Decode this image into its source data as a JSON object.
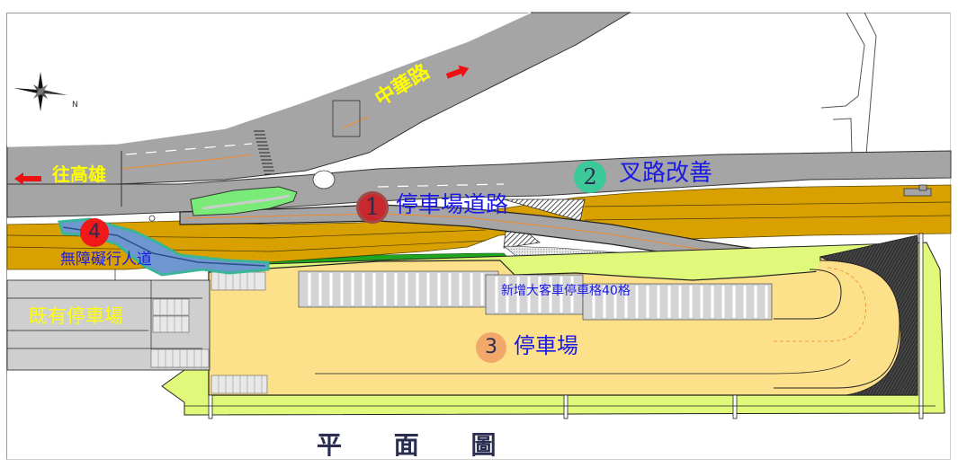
{
  "diagram": {
    "title": "平 面 圖",
    "compass": {
      "label": "N",
      "icon": "compass-rose-icon"
    },
    "roads": {
      "zhonghua_road": {
        "label": "中華路",
        "direction_icon": "arrow-right-red"
      },
      "to_kaohsiung": {
        "label": "往高雄",
        "direction_icon": "arrow-left-red"
      }
    },
    "areas": {
      "existing_parking": "既有停車場",
      "new_bus_stalls": "新增大客車停車格40格"
    },
    "numbered_items": [
      {
        "number": "1",
        "label": "停車場道路",
        "badge_color": "#c8292e"
      },
      {
        "number": "2",
        "label": "叉路改善",
        "badge_color": "#3cc99a"
      },
      {
        "number": "3",
        "label": "停車場",
        "badge_color": "#f2a86a"
      },
      {
        "number": "4",
        "label": "無障礙行人道",
        "badge_color": "#f01818"
      }
    ],
    "colors": {
      "road_gray": "#a5a5a5",
      "orange_band": "#d9a100",
      "parking_sand": "#fde08a",
      "lime_border": "#e0f97a",
      "green_strip": "#1fa51f",
      "label_blue": "#1a1ae6",
      "label_yellow": "#ffff00",
      "existing_lot_gray": "#cfcfcf"
    }
  }
}
